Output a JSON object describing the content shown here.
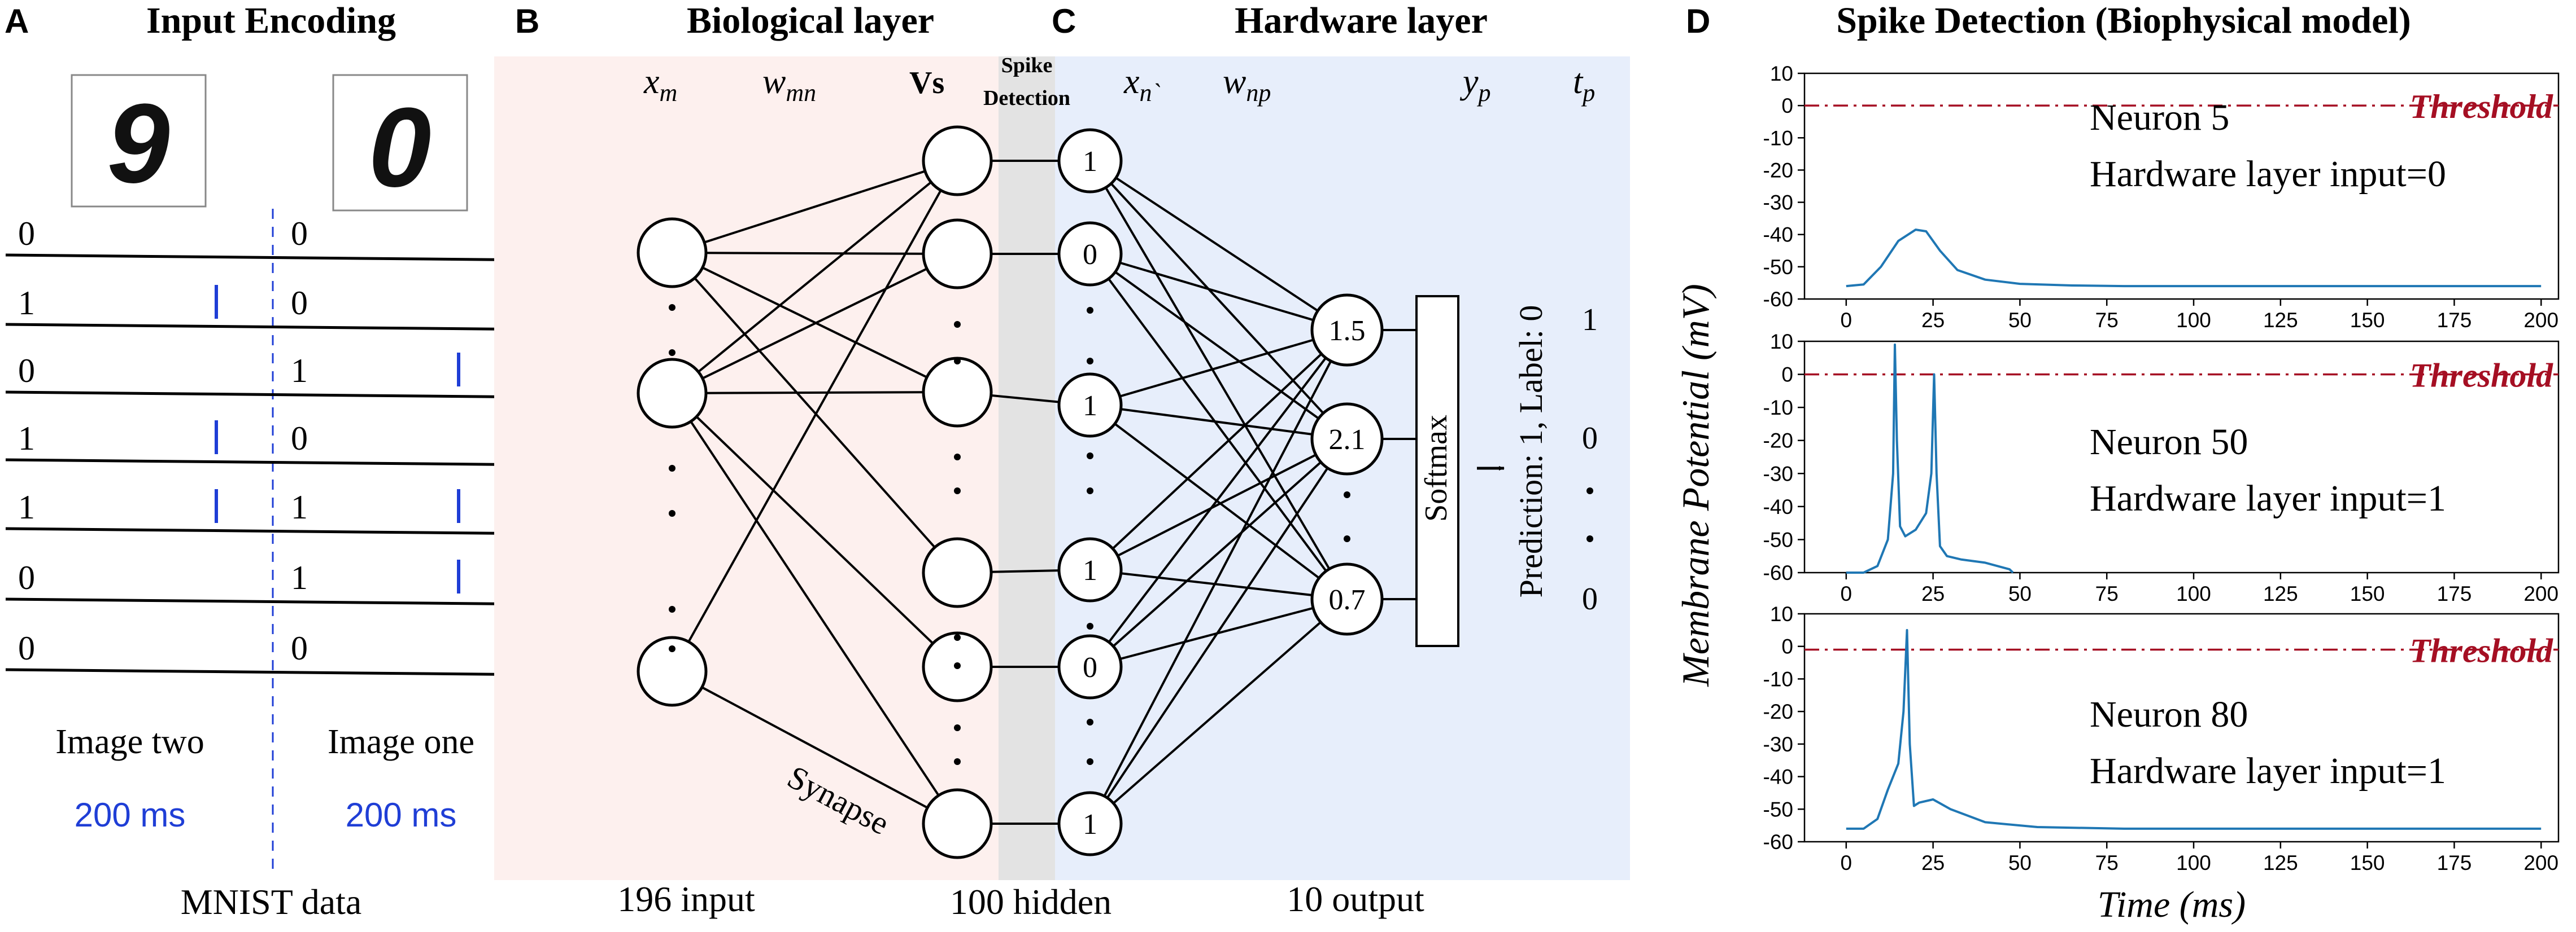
{
  "colors": {
    "bio_bg": "#fdf0ee",
    "hw_bg": "#e7eefb",
    "spike_bg": "#e3e3e3",
    "blue": "#1f3ed6",
    "trace": "#1f77b4",
    "threshold": "#a50f23",
    "black": "#000000"
  },
  "panels": {
    "a": {
      "letter": "A",
      "title": "Input Encoding"
    },
    "b": {
      "letter": "B",
      "title": "Biological layer"
    },
    "c": {
      "letter": "C",
      "title": "Hardware layer"
    },
    "d": {
      "letter": "D",
      "title": "Spike Detection (Biophysical model)"
    }
  },
  "encoding": {
    "left_bits": [
      "0",
      "1",
      "0",
      "1",
      "1",
      "0",
      "0"
    ],
    "right_bits": [
      "0",
      "0",
      "1",
      "0",
      "1",
      "1",
      "0"
    ],
    "left_caption": "Image two",
    "right_caption": "Image one",
    "left_duration": "200 ms",
    "right_duration": "200 ms",
    "dataset": "MNIST data",
    "left_digit": "9",
    "right_digit": "0"
  },
  "network": {
    "var_xm": "x",
    "var_xm_sub": "m",
    "var_wmn": "w",
    "var_wmn_sub": "mn",
    "var_vs": "Vs",
    "spike_line1": "Spike",
    "spike_line2": "Detection",
    "var_xn": "x",
    "var_xn_sub": "n`",
    "var_wnp": "w",
    "var_wnp_sub": "np",
    "var_yp": "y",
    "var_yp_sub": "p",
    "var_tp": "t",
    "var_tp_sub": "p",
    "synapse": "Synapse",
    "input_count": "196 input",
    "hidden_count": "100 hidden",
    "output_count": "10 output",
    "spike_values": [
      "1",
      "0",
      "1",
      "1",
      "0",
      "1"
    ],
    "output_values": [
      "1.5",
      "2.1",
      "0.7"
    ],
    "softmax": "Softmax",
    "prediction": "Prediction: 1, Label: 0",
    "targets": [
      "1",
      "0",
      "0"
    ]
  },
  "chart_data": [
    {
      "type": "line",
      "title": "",
      "xlabel": "Time (ms)",
      "ylabel": "Membrane Potential (mV)",
      "xlim": [
        -12,
        205
      ],
      "ylim": [
        -60,
        10
      ],
      "xticks": [
        0,
        25,
        50,
        75,
        100,
        125,
        150,
        175,
        200
      ],
      "yticks": [
        10,
        0,
        -10,
        -20,
        -30,
        -40,
        -50,
        -60
      ],
      "threshold": 0,
      "threshold_label": "Threshold",
      "annotation_title": "Neuron 5",
      "annotation_text": "Hardware layer input=0",
      "series": [
        {
          "x": [
            0,
            5,
            10,
            15,
            20,
            23,
            27,
            32,
            40,
            50,
            65,
            80,
            100,
            150,
            200
          ],
          "y": [
            -56,
            -55.5,
            -50,
            -42,
            -38.5,
            -39,
            -45,
            -51,
            -54,
            -55.3,
            -55.8,
            -56,
            -56,
            -56,
            -56
          ]
        }
      ]
    },
    {
      "type": "line",
      "title": "",
      "xlabel": "Time (ms)",
      "ylabel": "Membrane Potential (mV)",
      "xlim": [
        -12,
        205
      ],
      "ylim": [
        -60,
        10
      ],
      "xticks": [
        0,
        25,
        50,
        75,
        100,
        125,
        150,
        175,
        200
      ],
      "yticks": [
        10,
        0,
        -10,
        -20,
        -30,
        -40,
        -50,
        -60
      ],
      "threshold": 0,
      "threshold_label": "Threshold",
      "annotation_title": "Neuron 50",
      "annotation_text": "Hardware layer input=1",
      "series": [
        {
          "x": [
            0,
            5,
            9,
            12,
            13.5,
            14,
            14.6,
            15.5,
            17,
            20,
            23,
            24.5,
            25.3,
            26,
            27,
            29,
            33,
            40,
            47,
            48
          ],
          "y": [
            -60,
            -60,
            -58,
            -50,
            -30,
            9,
            -20,
            -46,
            -49,
            -47,
            -42,
            -30,
            0,
            -30,
            -52,
            -55,
            -56,
            -57,
            -59,
            -60
          ]
        }
      ]
    },
    {
      "type": "line",
      "title": "",
      "xlabel": "Time (ms)",
      "ylabel": "Membrane Potential (mV)",
      "xlim": [
        -12,
        205
      ],
      "ylim": [
        -60,
        10
      ],
      "xticks": [
        0,
        25,
        50,
        75,
        100,
        125,
        150,
        175,
        200
      ],
      "yticks": [
        10,
        0,
        -10,
        -20,
        -30,
        -40,
        -50,
        -60
      ],
      "threshold": -1,
      "threshold_label": "Threshold",
      "annotation_title": "Neuron 80",
      "annotation_text": "Hardware layer input=1",
      "series": [
        {
          "x": [
            0,
            5,
            9,
            12,
            15,
            16.5,
            17.5,
            18.3,
            19.5,
            21,
            25,
            30,
            40,
            55,
            80,
            200
          ],
          "y": [
            -56,
            -56,
            -53,
            -44,
            -36,
            -20,
            5,
            -30,
            -49,
            -48,
            -47,
            -50,
            -54,
            -55.5,
            -56,
            -56
          ]
        }
      ]
    }
  ]
}
